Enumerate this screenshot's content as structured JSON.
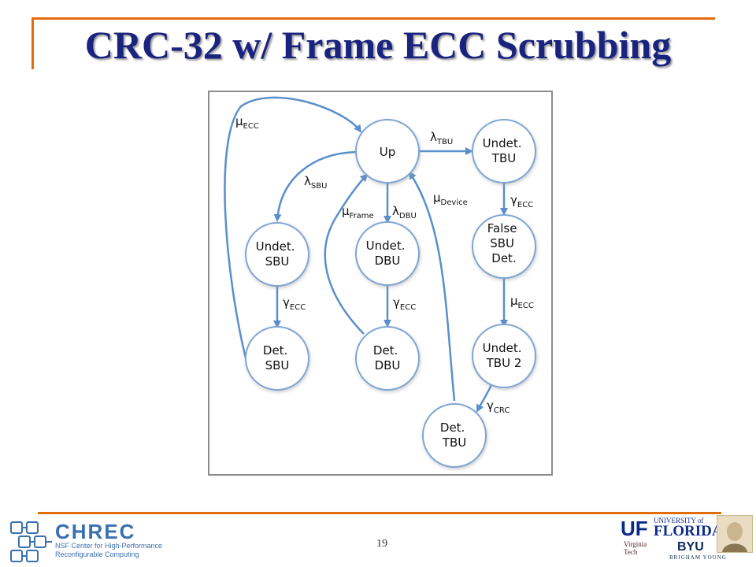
{
  "slide": {
    "title": "CRC-32 w/ Frame ECC Scrubbing",
    "page_number": "19"
  },
  "diagram": {
    "nodes": {
      "up": [
        "Up"
      ],
      "undet_tbu": [
        "Undet.",
        "TBU"
      ],
      "false_sbu": [
        "False",
        "SBU",
        "Det."
      ],
      "undet_sbu": [
        "Undet.",
        "SBU"
      ],
      "undet_dbu": [
        "Undet.",
        "DBU"
      ],
      "det_sbu": [
        "Det.",
        "SBU"
      ],
      "det_dbu": [
        "Det.",
        "DBU"
      ],
      "undet_tbu2": [
        "Undet.",
        "TBU 2"
      ],
      "det_tbu": [
        "Det.",
        "TBU"
      ]
    },
    "edges": {
      "mu_ecc_top": {
        "sym": "μ",
        "sub": "ECC"
      },
      "lambda_tbu": {
        "sym": "λ",
        "sub": "TBU"
      },
      "lambda_sbu": {
        "sym": "λ",
        "sub": "SBU"
      },
      "mu_frame": {
        "sym": "μ",
        "sub": "Frame"
      },
      "lambda_dbu": {
        "sym": "λ",
        "sub": "DBU"
      },
      "mu_device": {
        "sym": "μ",
        "sub": "Device"
      },
      "gamma_ecc_right": {
        "sym": "γ",
        "sub": "ECC"
      },
      "gamma_ecc_left": {
        "sym": "γ",
        "sub": "ECC"
      },
      "gamma_ecc_mid": {
        "sym": "γ",
        "sub": "ECC"
      },
      "mu_ecc_right": {
        "sym": "μ",
        "sub": "ECC"
      },
      "gamma_crc": {
        "sym": "γ",
        "sub": "CRC"
      }
    }
  },
  "footer": {
    "chrec": {
      "name": "CHREC",
      "tagline_1": "NSF Center for High-Performance",
      "tagline_2": "Reconfigurable Computing"
    },
    "partners": {
      "uf_mark": "UF",
      "uf_line1": "UNIVERSITY of",
      "uf_line2": "FLORIDA",
      "vt_line1": "Virginia",
      "vt_line2": "Tech",
      "byu": "BYU",
      "byu_sub": "BRIGHAM YOUNG"
    }
  },
  "colors": {
    "title": "#1a237e",
    "accent_rule": "#e36c0a",
    "node_fill": "#ffffff",
    "node_stroke": "#7ea6d4",
    "edge": "#5b8fc9"
  }
}
